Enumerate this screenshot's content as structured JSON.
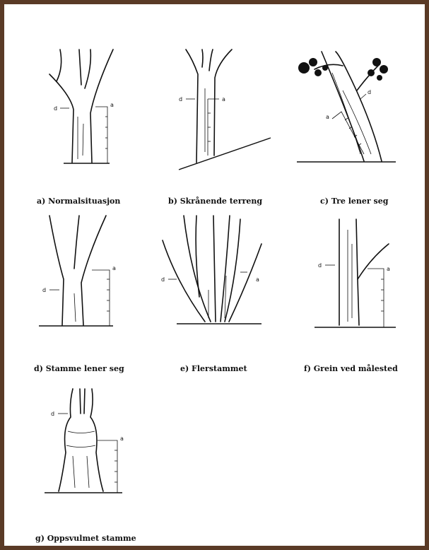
{
  "panels": [
    {
      "caption": "a) Normalsituasjon",
      "d_label": "d",
      "a_label": "a"
    },
    {
      "caption": "b) Skrånende terreng",
      "d_label": "d",
      "a_label": "a"
    },
    {
      "caption": "c) Tre lener seg",
      "d_label": "d",
      "a_label": "a"
    },
    {
      "caption": "d) Stamme lener seg",
      "d_label": "d",
      "a_label": "a"
    },
    {
      "caption": "e) Flerstammet",
      "d_label": "d",
      "a_label": "a"
    },
    {
      "caption": "f) Grein ved målested",
      "d_label": "d",
      "a_label": "a"
    },
    {
      "caption": "g) Oppsvulmet stamme",
      "d_label": "d",
      "a_label": "a"
    }
  ],
  "colors": {
    "frame": "#5a3a26",
    "ink": "#111111"
  }
}
